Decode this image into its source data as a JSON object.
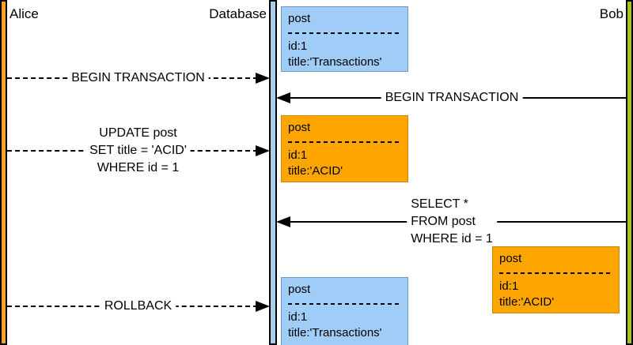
{
  "lifelines": [
    {
      "name": "Alice",
      "color": "#F7A41C"
    },
    {
      "name": "Database",
      "color": "#A9CDEE"
    },
    {
      "name": "Bob",
      "color": "#A3C714"
    }
  ],
  "messages": [
    {
      "label": "BEGIN TRANSACTION",
      "from": "Alice",
      "to": "Database",
      "style": "dashed"
    },
    {
      "label": "BEGIN TRANSACTION",
      "from": "Bob",
      "to": "Database",
      "style": "solid"
    },
    {
      "from": "Alice",
      "to": "Database",
      "style": "dashed",
      "lines": [
        "UPDATE post",
        "SET title = 'ACID'",
        "WHERE id = 1"
      ]
    },
    {
      "from": "Bob",
      "to": "Database",
      "style": "solid",
      "lines": [
        "SELECT *",
        "FROM post",
        "WHERE id = 1"
      ]
    },
    {
      "label": "ROLLBACK",
      "from": "Alice",
      "to": "Database",
      "style": "dashed"
    }
  ],
  "state_boxes": [
    {
      "title": "post",
      "rows": [
        "id:1",
        "title:'Transactions'"
      ],
      "fill": "#9FCDF8"
    },
    {
      "title": "post",
      "rows": [
        "id:1",
        "title:'ACID'"
      ],
      "fill": "#FFA500"
    },
    {
      "title": "post",
      "rows": [
        "id:1",
        "title:'ACID'"
      ],
      "fill": "#FFA500"
    },
    {
      "title": "post",
      "rows": [
        "id:1",
        "title:'Transactions'"
      ],
      "fill": "#9FCDF8"
    }
  ]
}
